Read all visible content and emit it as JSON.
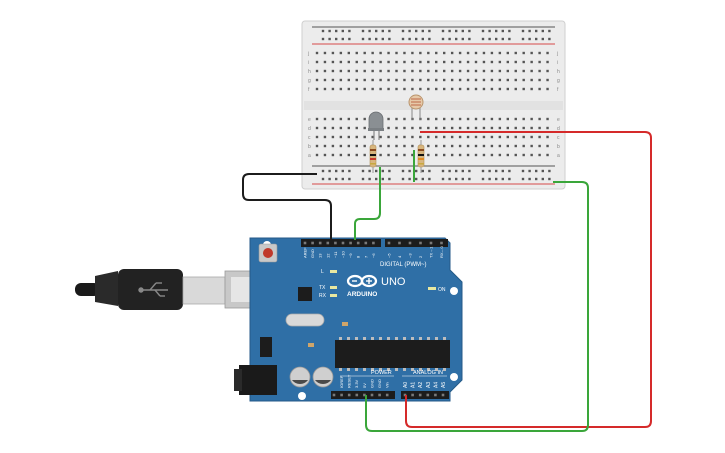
{
  "breadboard": {
    "row_letters_top": [
      "j",
      "i",
      "h",
      "g",
      "f"
    ],
    "row_letters_bottom": [
      "e",
      "d",
      "c",
      "b",
      "a"
    ],
    "column_count": 30
  },
  "components": {
    "led_icon": "led-icon",
    "ldr_icon": "photoresistor-icon",
    "resistor_icon": "resistor-icon",
    "usb_icon": "usb-icon"
  },
  "arduino": {
    "brand": "ARDUINO",
    "model": "UNO",
    "digital_label": "DIGITAL (PWM~)",
    "power_label": "POWER",
    "analog_label": "ANALOG IN",
    "on_label": "ON",
    "l_label": "L",
    "tx_label": "TX",
    "rx_label": "RX",
    "digital_pins": [
      "AREF",
      "GND",
      "13",
      "12",
      "~11",
      "~10",
      "~9",
      "8",
      "7",
      "~6",
      "~5",
      "4",
      "~3",
      "2",
      "TX→1",
      "RX←0"
    ],
    "power_pins": [
      "IOREF",
      "RESET",
      "3.3V",
      "5V",
      "GND",
      "GND",
      "Vin"
    ],
    "analog_pins": [
      "A0",
      "A1",
      "A2",
      "A3",
      "A4",
      "A5"
    ]
  },
  "colors": {
    "board_blue": "#2f6fa6",
    "board_dark": "#1f4f7c",
    "breadboard": "#ececec",
    "wire_red": "#d52a2a",
    "wire_green": "#3aa63a",
    "wire_black": "#1c1c1c",
    "rail_red": "#d64a4a",
    "rail_dark": "#555555"
  }
}
